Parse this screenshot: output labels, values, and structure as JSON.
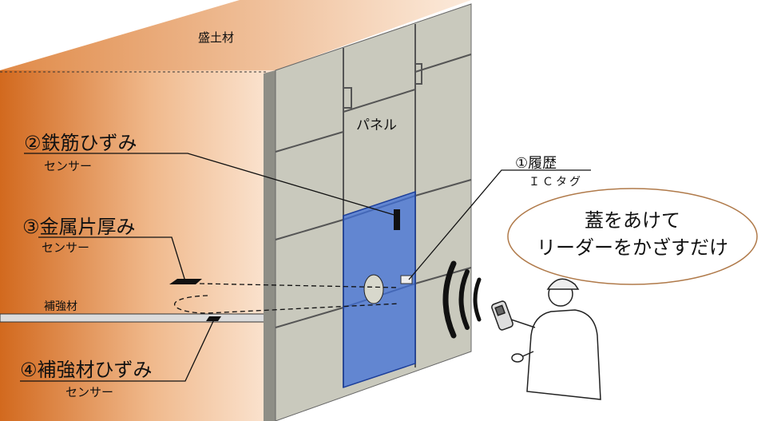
{
  "labels": {
    "soil": "盛土材",
    "panel": "パネル",
    "rebar_strain_title": "②鉄筋ひずみ",
    "rebar_strain_sub": "センサー",
    "metal_thickness_title": "③金属片厚み",
    "metal_thickness_sub": "センサー",
    "reinforcement": "補強材",
    "reinforcement_strain_title": "④補強材ひずみ",
    "reinforcement_strain_sub": "センサー",
    "history_title": "①履歴",
    "history_sub": "ＩＣタグ"
  },
  "callout": {
    "line1": "蓋をあけて",
    "line2": "リーダーをかざすだけ"
  },
  "colors": {
    "soil_dark": "#d2691e",
    "soil_light": "#fbe6d4",
    "panel_gray": "#c9c9bd",
    "blue_panel": "#3f6fd8",
    "ellipse_stroke": "#b07a4a"
  }
}
